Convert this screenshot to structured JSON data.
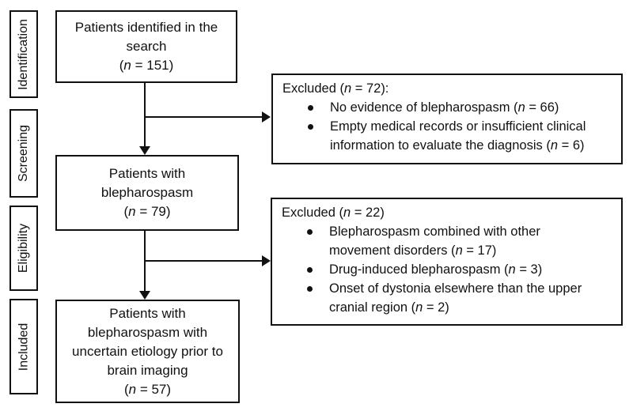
{
  "colors": {
    "ink": "#111111",
    "background": "#ffffff"
  },
  "diagram": {
    "type": "prisma-flowchart",
    "stages": [
      {
        "label": "Identification"
      },
      {
        "label": "Screening"
      },
      {
        "label": "Eligibility"
      },
      {
        "label": "Included"
      }
    ],
    "flow_boxes": [
      {
        "n": 151,
        "lines": [
          "Patients identified in the",
          "search",
          "(n = 151)"
        ]
      },
      {
        "n": 79,
        "lines": [
          "Patients with",
          "blepharospasm",
          "(n = 79)"
        ]
      },
      {
        "n": 57,
        "lines": [
          "Patients with",
          "blepharospasm with",
          "uncertain etiology prior to",
          "brain imaging",
          "(n = 57)"
        ]
      }
    ],
    "exclusion_boxes": [
      {
        "title": "Excluded (n = 72):",
        "n": 72,
        "bullets": [
          [
            "No evidence of blepharospasm (n = 66)"
          ],
          [
            "Empty medical records or insufficient clinical",
            "information to evaluate the diagnosis (n = 6)"
          ]
        ]
      },
      {
        "title": "Excluded (n = 22)",
        "n": 22,
        "bullets": [
          [
            "Blepharospasm combined with other",
            "movement disorders (n = 17)"
          ],
          [
            "Drug-induced blepharospasm (n = 3)"
          ],
          [
            "Onset of dystonia elsewhere than the upper",
            "cranial region (n = 2)"
          ]
        ]
      }
    ]
  }
}
